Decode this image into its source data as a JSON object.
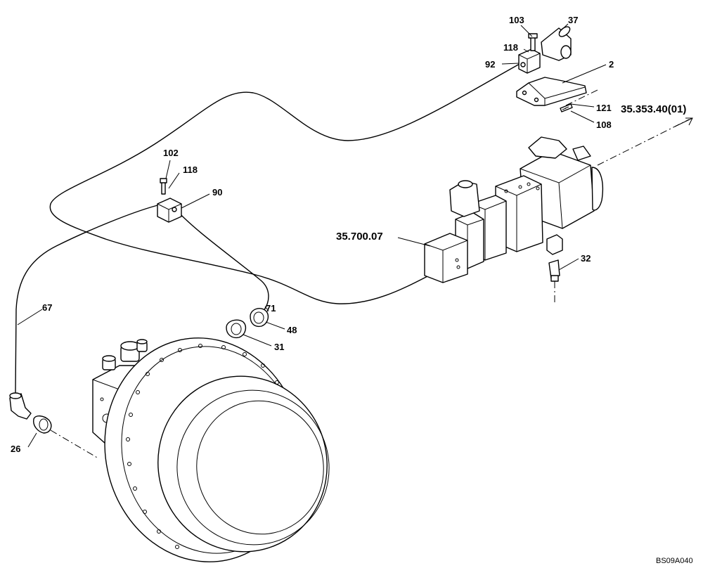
{
  "labels": {
    "p103": "103",
    "p37": "37",
    "p118a": "118",
    "p92": "92",
    "p2": "2",
    "p121": "121",
    "p108": "108",
    "ref_out": "35.353.40(01)",
    "p102": "102",
    "p118b": "118",
    "p90": "90",
    "ref_valve": "35.700.07",
    "p32": "32",
    "p67": "67",
    "p71": "71",
    "p48": "48",
    "p31": "31",
    "p26": "26"
  },
  "drawing_code": "BS09A040"
}
